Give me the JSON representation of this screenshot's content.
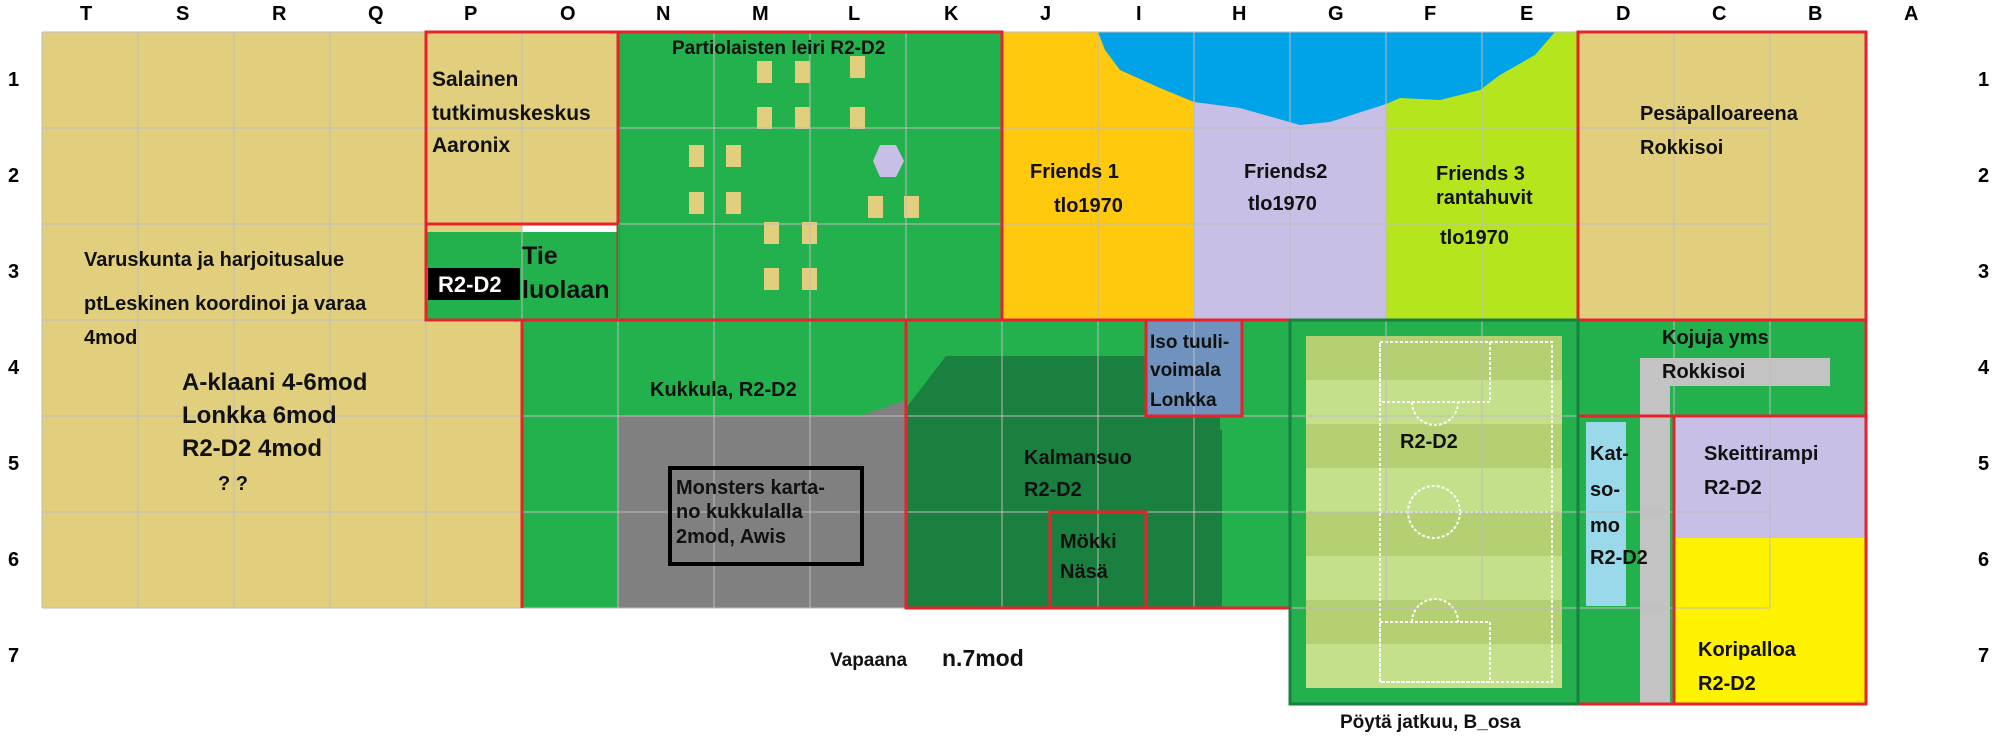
{
  "columns": [
    "T",
    "S",
    "R",
    "Q",
    "P",
    "O",
    "N",
    "M",
    "L",
    "K",
    "J",
    "I",
    "H",
    "G",
    "F",
    "E",
    "D",
    "C",
    "B",
    "A"
  ],
  "rows": [
    "1",
    "2",
    "3",
    "4",
    "5",
    "6",
    "7"
  ],
  "colors": {
    "sand": "#e1cf7d",
    "grass": "#22b14c",
    "dark_grass": "#1a8040",
    "gray": "#808080",
    "orange": "#ffc90e",
    "lavender": "#c8bfe7",
    "lime": "#b5e61d",
    "water": "#00a2e8",
    "yellow": "#fff200",
    "light_blue": "#99d9ea",
    "steel_blue": "#7092be",
    "border_red": "#e8222b",
    "black": "#000000"
  },
  "areas": {
    "varuskunta": {
      "lines": [
        "Varuskunta ja harjoitusalue",
        "ptLeskinen koordinoi ja varaa",
        "4mod"
      ]
    },
    "klaanit": {
      "lines": [
        "A-klaani 4-6mod",
        "Lonkka 6mod",
        "R2-D2 4mod",
        "? ?"
      ]
    },
    "salainen": {
      "lines": [
        "Salainen",
        "tutkimuskeskus",
        "Aaronix"
      ]
    },
    "r2d2_badge": {
      "label": "R2-D2"
    },
    "tie": {
      "lines": [
        "Tie",
        "luolaan"
      ]
    },
    "partiolaisten": {
      "label": "Partiolaisten leiri R2-D2"
    },
    "friends1": {
      "lines": [
        "Friends 1",
        "tlo1970"
      ]
    },
    "friends2": {
      "lines": [
        "Friends2",
        "tlo1970"
      ]
    },
    "friends3": {
      "lines": [
        "Friends 3",
        "rantahuvit",
        "tlo1970"
      ]
    },
    "pesapallo": {
      "lines": [
        "Pesäpalloareena",
        "Rokkisoi"
      ]
    },
    "kukkula": {
      "label": "Kukkula, R2-D2"
    },
    "monsters": {
      "lines": [
        "Monsters karta-",
        "no kukkulalla",
        "2mod, Awis"
      ]
    },
    "kalmansuo": {
      "lines": [
        "Kalmansuo",
        "R2-D2"
      ]
    },
    "mokki": {
      "lines": [
        "Mökki",
        "Näsä"
      ]
    },
    "iso_tuuli": {
      "lines": [
        "Iso tuuli-",
        "voimala",
        "Lonkka"
      ]
    },
    "football": {
      "label": "R2-D2"
    },
    "kojuja": {
      "lines": [
        "Kojuja yms",
        "Rokkisoi"
      ]
    },
    "katsomo": {
      "lines": [
        "Kat-",
        "so-",
        "mo",
        "R2-D2"
      ]
    },
    "skeitti": {
      "lines": [
        "Skeittirampi",
        "R2-D2"
      ]
    },
    "koripallo": {
      "lines": [
        "Koripalloa",
        "R2-D2"
      ]
    },
    "vapaana": {
      "word": "Vapaana",
      "mod": "n.7mod"
    },
    "poyta": {
      "label": "Pöytä jatkuu, B_osa"
    }
  }
}
